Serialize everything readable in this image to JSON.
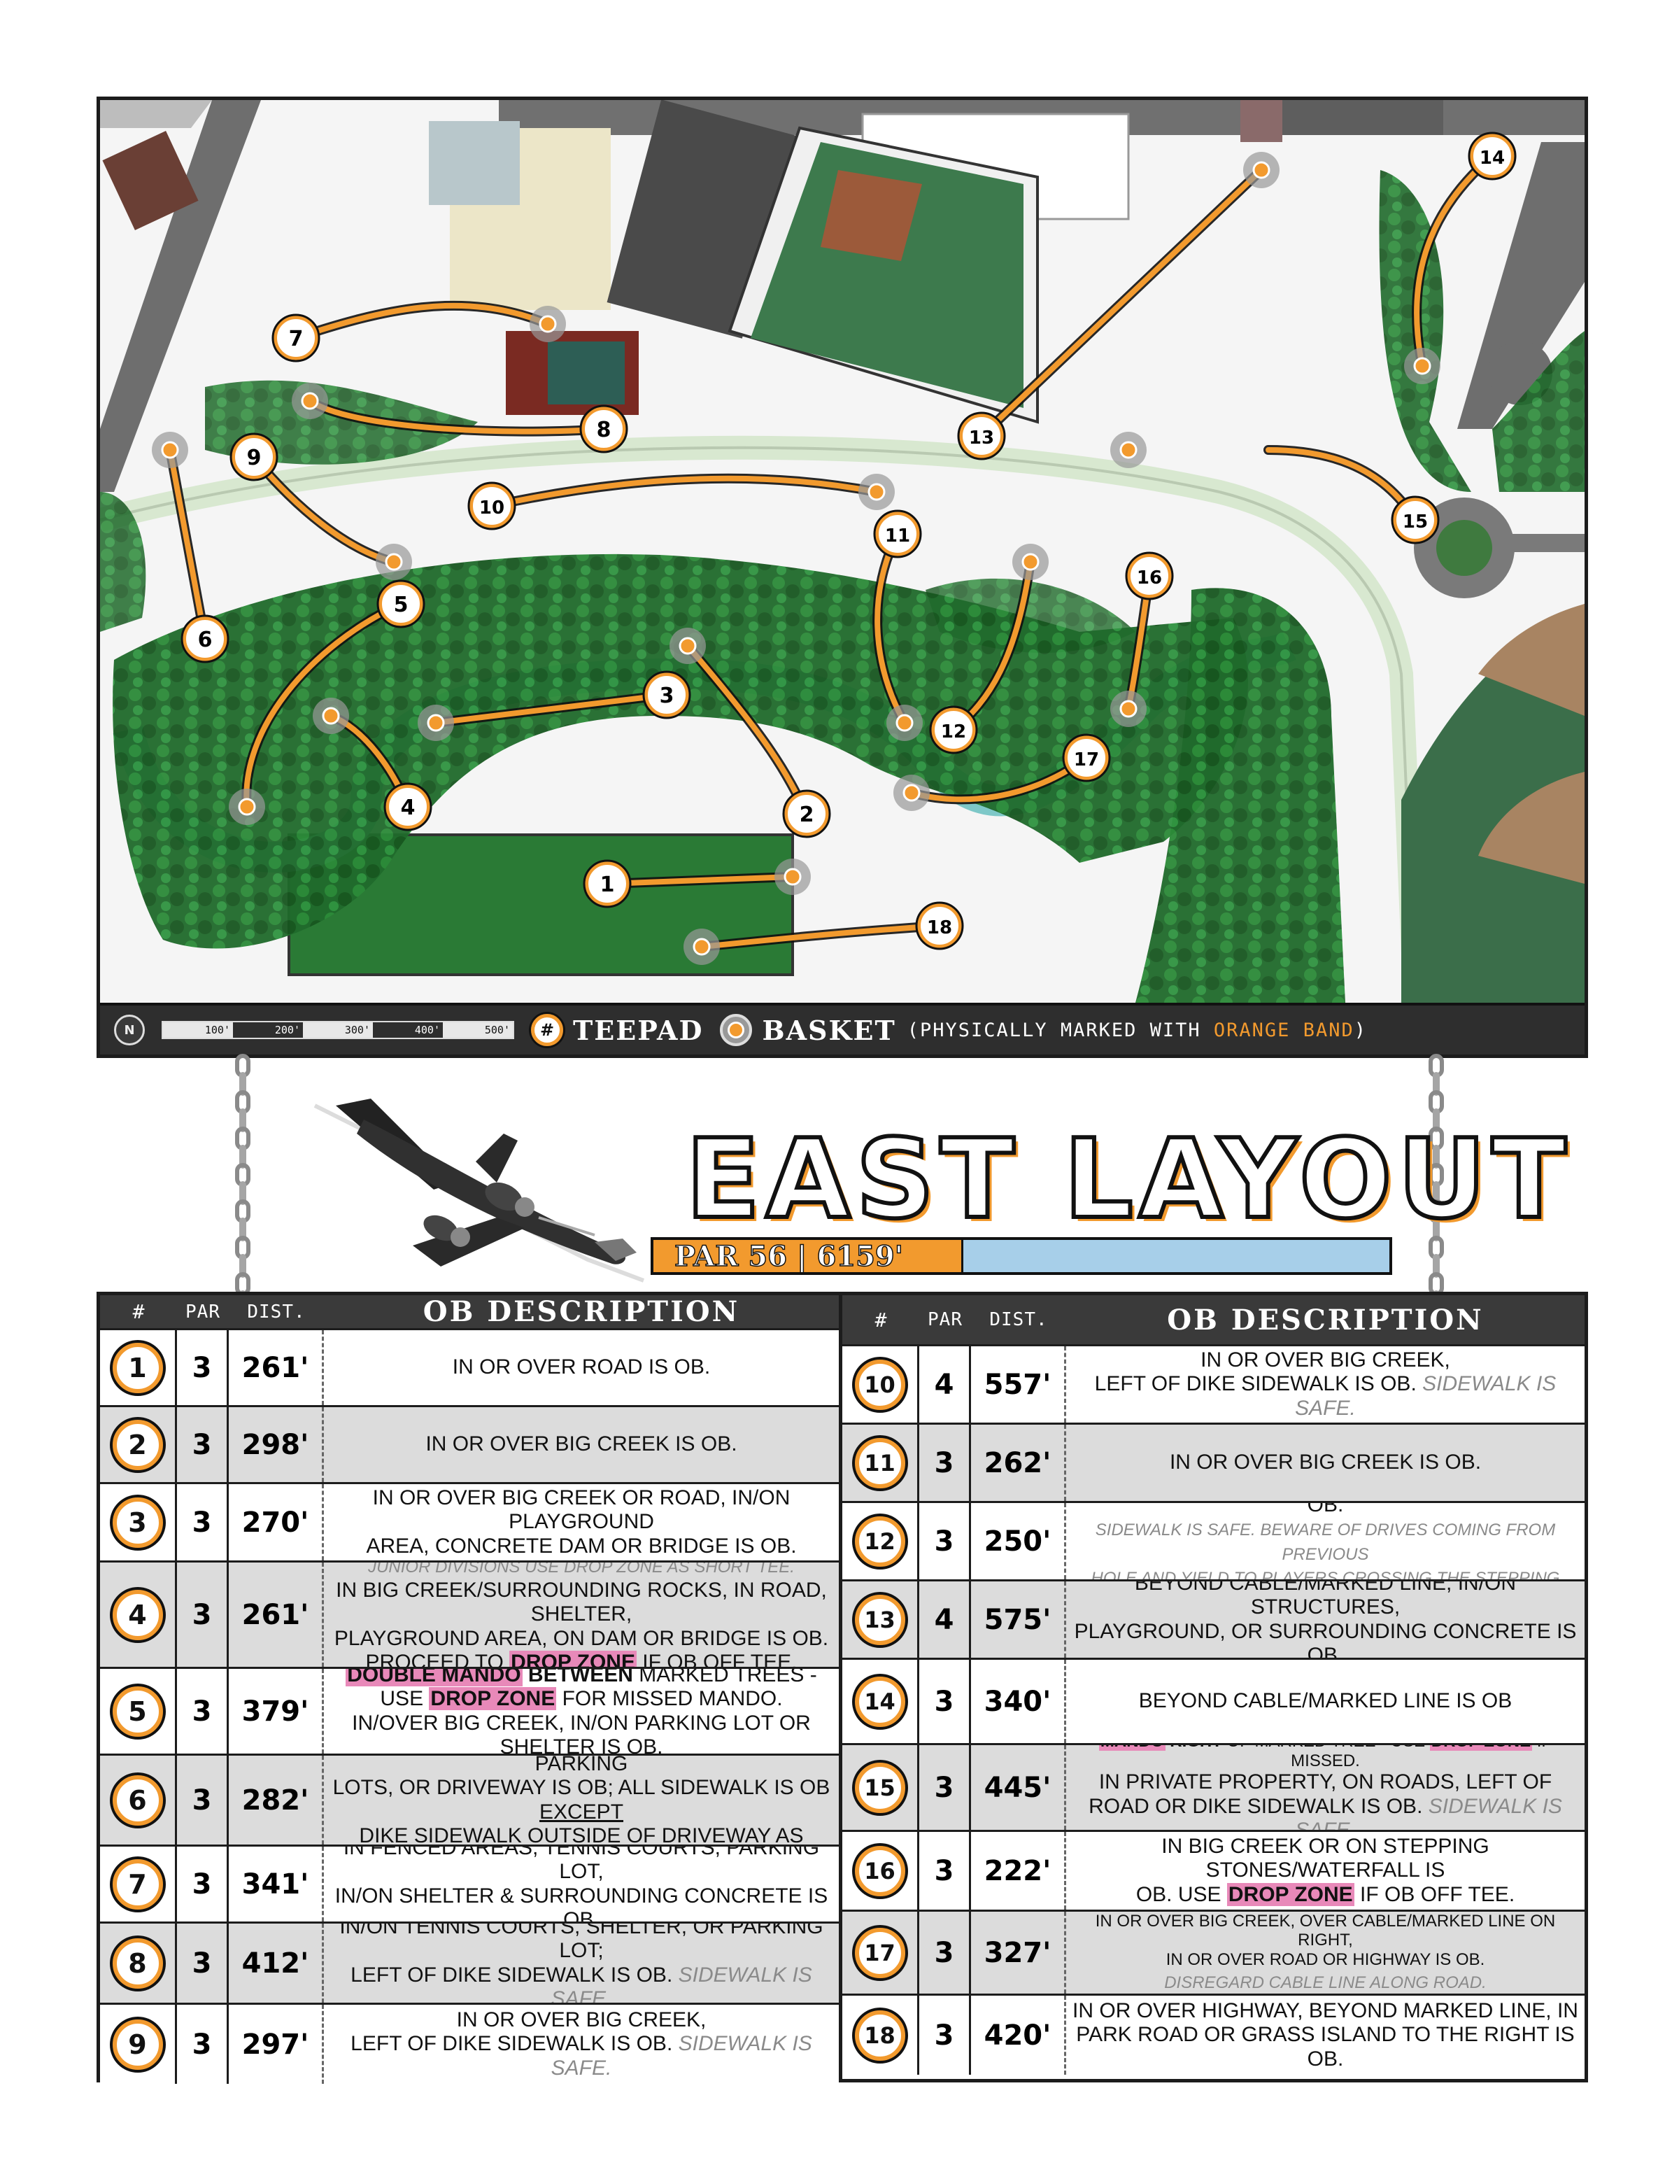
{
  "map": {
    "holes": [
      {
        "n": "1"
      },
      {
        "n": "2"
      },
      {
        "n": "3"
      },
      {
        "n": "4"
      },
      {
        "n": "5"
      },
      {
        "n": "6"
      },
      {
        "n": "7"
      },
      {
        "n": "8"
      },
      {
        "n": "9"
      },
      {
        "n": "10"
      },
      {
        "n": "11"
      },
      {
        "n": "12"
      },
      {
        "n": "13"
      },
      {
        "n": "14"
      },
      {
        "n": "15"
      },
      {
        "n": "16"
      },
      {
        "n": "17"
      },
      {
        "n": "18"
      }
    ],
    "north_label": "N",
    "scale_labels": [
      "100'",
      "200'",
      "300'",
      "400'",
      "500'"
    ],
    "legend": {
      "tee_symbol": "#",
      "tee_label": "TEEPAD",
      "basket_label": "BASKET",
      "note_prefix": "(PHYSICALLY MARKED WITH ",
      "note_accent": "ORANGE BAND",
      "note_suffix": ")"
    },
    "colors": {
      "route": "#f29a2e",
      "forest": "#1f6a2b",
      "water": "#7ec8c8",
      "road": "#7a7a7a"
    }
  },
  "title": {
    "layout_name": "EAST LAYOUT",
    "par_line": "PAR 56 | 6159'"
  },
  "table": {
    "headers": {
      "num": "#",
      "par": "PAR",
      "dist": "DIST.",
      "desc": "OB DESCRIPTION"
    },
    "rows": [
      {
        "hole": "1",
        "par": "3",
        "dist": "261'",
        "lines": [
          {
            "parts": [
              {
                "t": "IN OR OVER ROAD IS OB."
              }
            ]
          }
        ]
      },
      {
        "hole": "2",
        "par": "3",
        "dist": "298'",
        "lines": [
          {
            "parts": [
              {
                "t": "IN OR OVER BIG CREEK IS OB."
              }
            ]
          }
        ]
      },
      {
        "hole": "3",
        "par": "3",
        "dist": "270'",
        "lines": [
          {
            "parts": [
              {
                "t": "IN OR OVER BIG CREEK OR ROAD, IN/ON PLAYGROUND"
              }
            ]
          },
          {
            "parts": [
              {
                "t": "AREA, CONCRETE DAM OR BRIDGE IS OB."
              }
            ]
          }
        ]
      },
      {
        "hole": "4",
        "par": "3",
        "dist": "261'",
        "lines": [
          {
            "parts": [
              {
                "t": "JUNIOR DIVISIONS USE DROP ZONE AS SHORT TEE.",
                "s": "note"
              }
            ]
          },
          {
            "parts": [
              {
                "t": "IN BIG CREEK/SURROUNDING ROCKS, IN ROAD, SHELTER,"
              }
            ]
          },
          {
            "parts": [
              {
                "t": "PLAYGROUND AREA, ON DAM OR BRIDGE IS OB."
              }
            ]
          },
          {
            "parts": [
              {
                "t": "PROCEED TO "
              },
              {
                "t": "DROP ZONE",
                "s": "pink"
              },
              {
                "t": " IF OB OFF TEE."
              }
            ]
          }
        ]
      },
      {
        "hole": "5",
        "par": "3",
        "dist": "379'",
        "lines": [
          {
            "parts": [
              {
                "t": "DOUBLE MANDO",
                "s": "pink"
              },
              {
                "t": " BETWEEN",
                "s": "bold"
              },
              {
                "t": " MARKED TREES -"
              }
            ]
          },
          {
            "parts": [
              {
                "t": "USE "
              },
              {
                "t": "DROP ZONE",
                "s": "pink"
              },
              {
                "t": " FOR MISSED MANDO."
              }
            ]
          },
          {
            "parts": [
              {
                "t": "IN/OVER BIG CREEK, IN/ON PARKING LOT OR SHELTER IS OB."
              }
            ]
          }
        ]
      },
      {
        "hole": "6",
        "par": "3",
        "dist": "282'",
        "lines": [
          {
            "parts": [
              {
                "t": "IN OR OVER MAIN STREET, IN/ON SHELTERS, PARKING"
              }
            ]
          },
          {
            "parts": [
              {
                "t": "LOTS, OR DRIVEWAY IS OB; ALL SIDEWALK IS OB "
              },
              {
                "t": "EXCEPT",
                "s": "u"
              }
            ]
          },
          {
            "parts": [
              {
                "t": "DIKE SIDEWALK OUTSIDE OF DRIVEWAY AS MARKED."
              }
            ]
          }
        ]
      },
      {
        "hole": "7",
        "par": "3",
        "dist": "341'",
        "lines": [
          {
            "parts": [
              {
                "t": "IN FENCED AREAS, TENNIS COURTS, PARKING LOT,"
              }
            ]
          },
          {
            "parts": [
              {
                "t": "IN/ON SHELTER & SURROUNDING CONCRETE IS OB."
              }
            ]
          }
        ]
      },
      {
        "hole": "8",
        "par": "3",
        "dist": "412'",
        "lines": [
          {
            "parts": [
              {
                "t": "IN/ON TENNIS COURTS, SHELTER, OR PARKING LOT;"
              }
            ]
          },
          {
            "parts": [
              {
                "t": "LEFT OF DIKE SIDEWALK IS OB. "
              },
              {
                "t": "SIDEWALK IS SAFE.",
                "s": "safe"
              }
            ]
          }
        ]
      },
      {
        "hole": "9",
        "par": "3",
        "dist": "297'",
        "lines": [
          {
            "parts": [
              {
                "t": "IN OR OVER BIG CREEK,"
              }
            ]
          },
          {
            "parts": [
              {
                "t": "LEFT OF DIKE SIDEWALK IS OB. "
              },
              {
                "t": "SIDEWALK IS SAFE.",
                "s": "safe"
              }
            ]
          }
        ]
      },
      {
        "hole": "10",
        "par": "4",
        "dist": "557'",
        "lines": [
          {
            "parts": [
              {
                "t": "IN OR OVER BIG CREEK,"
              }
            ]
          },
          {
            "parts": [
              {
                "t": "LEFT OF DIKE SIDEWALK IS OB. "
              },
              {
                "t": "SIDEWALK IS SAFE.",
                "s": "safe"
              }
            ]
          }
        ]
      },
      {
        "hole": "11",
        "par": "3",
        "dist": "262'",
        "lines": [
          {
            "parts": [
              {
                "t": "IN OR OVER BIG CREEK IS OB."
              }
            ]
          }
        ]
      },
      {
        "hole": "12",
        "par": "3",
        "dist": "250'",
        "lines": [
          {
            "parts": [
              {
                "t": "IN/OVER BIG CREEK, BEYOND DIKE SIDEWALK IS OB."
              }
            ]
          },
          {
            "parts": [
              {
                "t": "SIDEWALK IS SAFE. BEWARE OF DRIVES COMING FROM PREVIOUS",
                "s": "note"
              }
            ]
          },
          {
            "parts": [
              {
                "t": "HOLE AND YIELD TO PLAYERS CROSSING THE STEPPING STONES.",
                "s": "note"
              }
            ]
          }
        ]
      },
      {
        "hole": "13",
        "par": "4",
        "dist": "575'",
        "lines": [
          {
            "parts": [
              {
                "t": "BEYOND CABLE/MARKED LINE, IN/ON STRUCTURES,"
              }
            ]
          },
          {
            "parts": [
              {
                "t": "PLAYGROUND, OR SURROUNDING CONCRETE IS OB."
              }
            ]
          }
        ]
      },
      {
        "hole": "14",
        "par": "3",
        "dist": "340'",
        "lines": [
          {
            "parts": [
              {
                "t": "BEYOND CABLE/MARKED LINE IS OB"
              }
            ]
          }
        ]
      },
      {
        "hole": "15",
        "par": "3",
        "dist": "445'",
        "lines": [
          {
            "parts": [
              {
                "t": "MANDO",
                "s": "pink"
              },
              {
                "t": " RIGHT",
                "s": "bold"
              },
              {
                "t": " OF MARKED TREE - USE "
              },
              {
                "t": "DROP ZONE",
                "s": "pink"
              },
              {
                "t": " IF MISSED."
              }
            ],
            "small": true
          },
          {
            "parts": [
              {
                "t": "IN PRIVATE PROPERTY, ON ROADS, LEFT OF"
              }
            ]
          },
          {
            "parts": [
              {
                "t": "ROAD OR DIKE SIDEWALK IS OB. "
              },
              {
                "t": "SIDEWALK IS SAFE.",
                "s": "safe"
              }
            ]
          }
        ]
      },
      {
        "hole": "16",
        "par": "3",
        "dist": "222'",
        "lines": [
          {
            "parts": [
              {
                "t": "IN BIG CREEK OR ON STEPPING STONES/WATERFALL IS"
              }
            ]
          },
          {
            "parts": [
              {
                "t": "OB. USE "
              },
              {
                "t": "DROP ZONE",
                "s": "pink"
              },
              {
                "t": " IF OB OFF TEE."
              }
            ]
          }
        ]
      },
      {
        "hole": "17",
        "par": "3",
        "dist": "327'",
        "lines": [
          {
            "parts": [
              {
                "t": "IN OR OVER BIG CREEK, OVER CABLE/MARKED LINE ON RIGHT,"
              }
            ],
            "small": true
          },
          {
            "parts": [
              {
                "t": "IN OR OVER ROAD OR HIGHWAY IS OB."
              }
            ],
            "small": true
          },
          {
            "parts": [
              {
                "t": "DISREGARD CABLE LINE ALONG ROAD.",
                "s": "note"
              }
            ]
          }
        ]
      },
      {
        "hole": "18",
        "par": "3",
        "dist": "420'",
        "lines": [
          {
            "parts": [
              {
                "t": "IN OR OVER HIGHWAY, BEYOND MARKED LINE, IN"
              }
            ]
          },
          {
            "parts": [
              {
                "t": "PARK ROAD OR GRASS ISLAND TO THE RIGHT IS OB."
              }
            ]
          }
        ]
      }
    ]
  }
}
